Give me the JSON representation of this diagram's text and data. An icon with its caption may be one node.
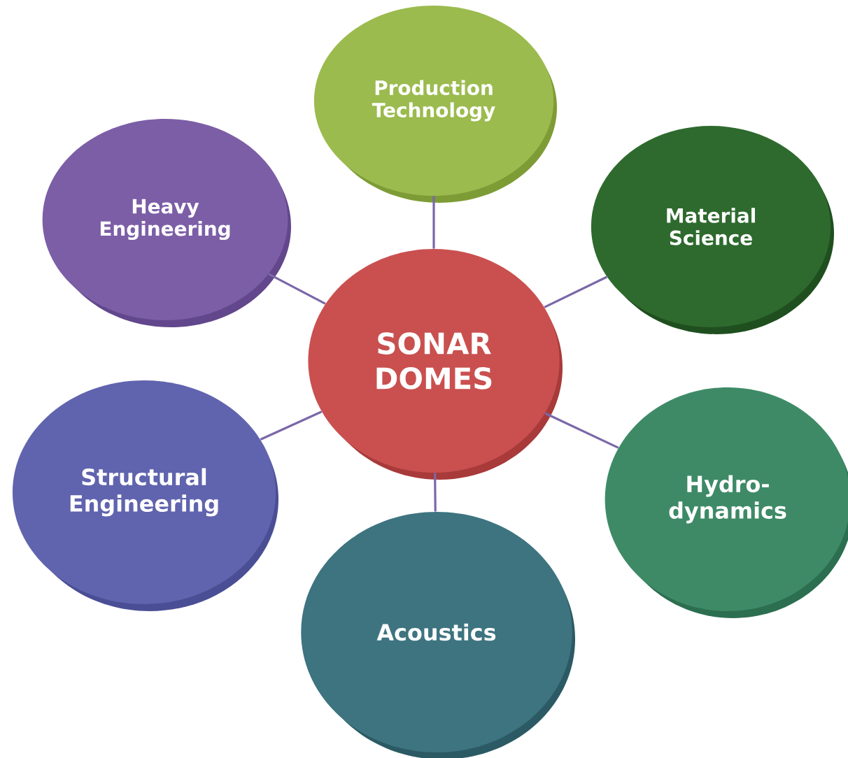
{
  "diagram": {
    "nodes": [
      {
        "text": [
          "SONAR DOMES"
        ]
      },
      {
        "text": [
          "Production Technology"
        ]
      },
      {
        "text": [
          "Material Science"
        ]
      },
      {
        "text": [
          "Hydro- dynamics"
        ]
      },
      {
        "text": [
          "Acoustics"
        ]
      },
      {
        "text": [
          "Structural Engineering"
        ]
      },
      {
        "text": [
          "Heavy Engineering"
        ]
      }
    ],
    "edges": [
      {
        "from": 0,
        "to": 1,
        "arrow": "none"
      },
      {
        "from": 0,
        "to": 2,
        "arrow": "none"
      },
      {
        "from": 0,
        "to": 3,
        "arrow": "none"
      },
      {
        "from": 0,
        "to": 4,
        "arrow": "none"
      },
      {
        "from": 0,
        "to": 5,
        "arrow": "none"
      },
      {
        "from": 0,
        "to": 6,
        "arrow": "none"
      }
    ]
  }
}
